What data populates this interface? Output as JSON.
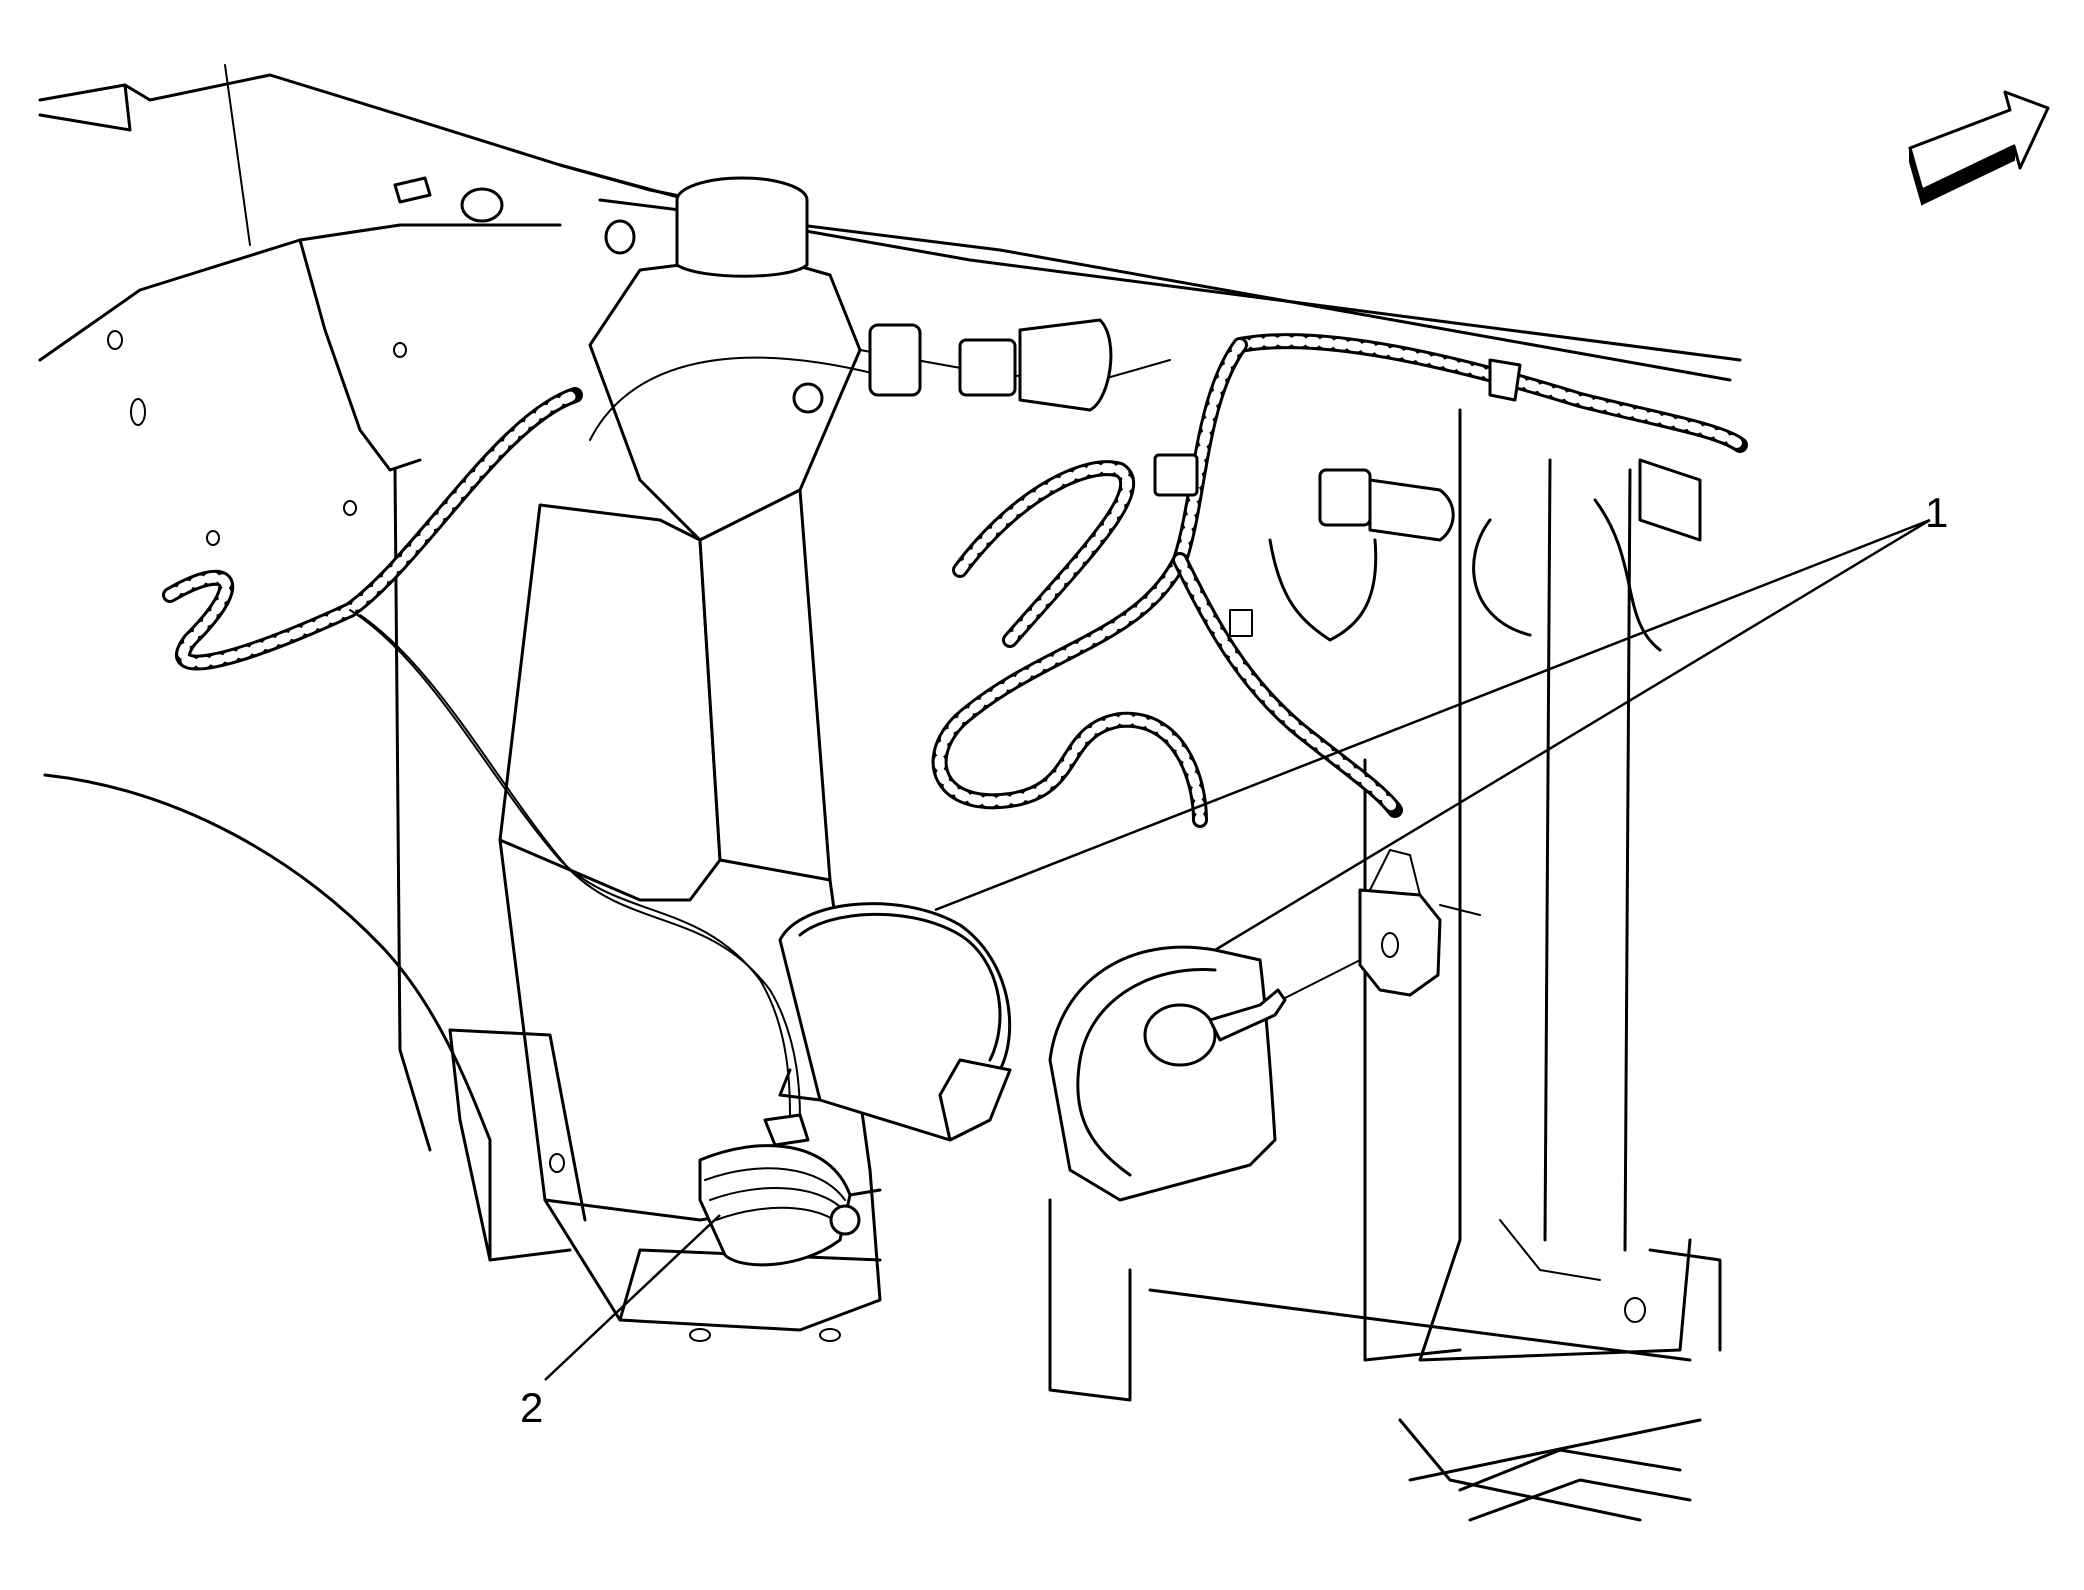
{
  "callouts": [
    {
      "id": "1",
      "label": "1"
    },
    {
      "id": "2",
      "label": "2"
    }
  ],
  "icons": {
    "orientation_arrow": "forward-arrow-icon"
  }
}
